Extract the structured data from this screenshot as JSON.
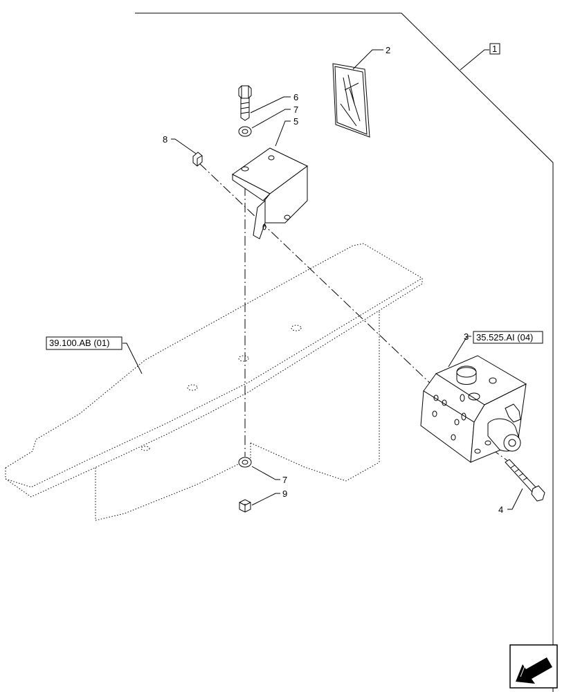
{
  "diagram": {
    "callouts": {
      "c1": "1",
      "c2": "2",
      "c3": "3",
      "c4": "4",
      "c5": "5",
      "c6": "6",
      "c7_top": "7",
      "c7_bottom": "7",
      "c8": "8",
      "c9": "9"
    },
    "references": {
      "frame_ref": "39.100.AB (01)",
      "valve_ref": "35.525.AI (04)"
    },
    "nav_icon": "arrow-left-icon"
  }
}
